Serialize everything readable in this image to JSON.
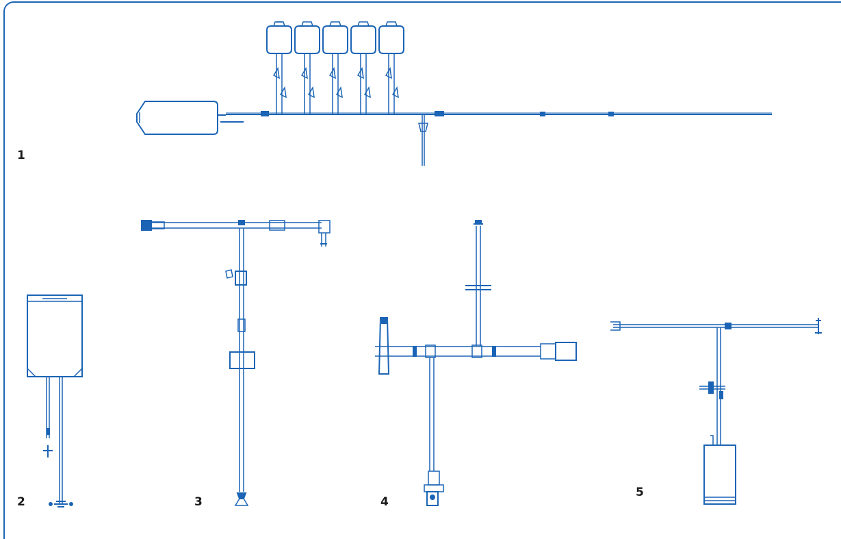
{
  "colors": {
    "line": "#1b64b5",
    "frame": "#1b64b5",
    "label": "#1a1a1a"
  },
  "labels": {
    "set1": "1",
    "set2": "2",
    "set3": "3",
    "set4": "4",
    "set5": "5"
  }
}
